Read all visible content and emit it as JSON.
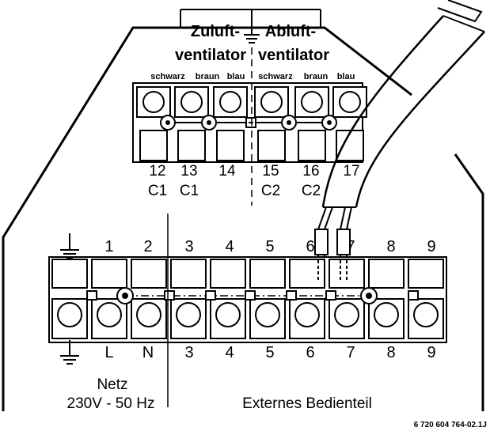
{
  "top_block": {
    "header_left": [
      "Zuluft-",
      "ventilator"
    ],
    "header_right": [
      "Abluft-",
      "ventilator"
    ],
    "wire_colors": [
      "schwarz",
      "braun",
      "blau",
      "schwarz",
      "braun",
      "blau"
    ],
    "numbers": [
      "12",
      "13",
      "14",
      "15",
      "16",
      "17"
    ],
    "codes": [
      "C1",
      "C1",
      "",
      "C2",
      "C2",
      ""
    ]
  },
  "bottom_block": {
    "top_numbers": [
      "1",
      "2",
      "3",
      "4",
      "5",
      "6",
      "7",
      "8",
      "9"
    ],
    "bottom_labels": [
      "L",
      "N",
      "3",
      "4",
      "5",
      "6",
      "7",
      "8",
      "9"
    ]
  },
  "captions": {
    "netz_line1": "Netz",
    "netz_line2": "230V - 50 Hz",
    "external": "Externes Bedienteil"
  },
  "footer": {
    "part_number": "6 720 604 764-02.1J"
  }
}
